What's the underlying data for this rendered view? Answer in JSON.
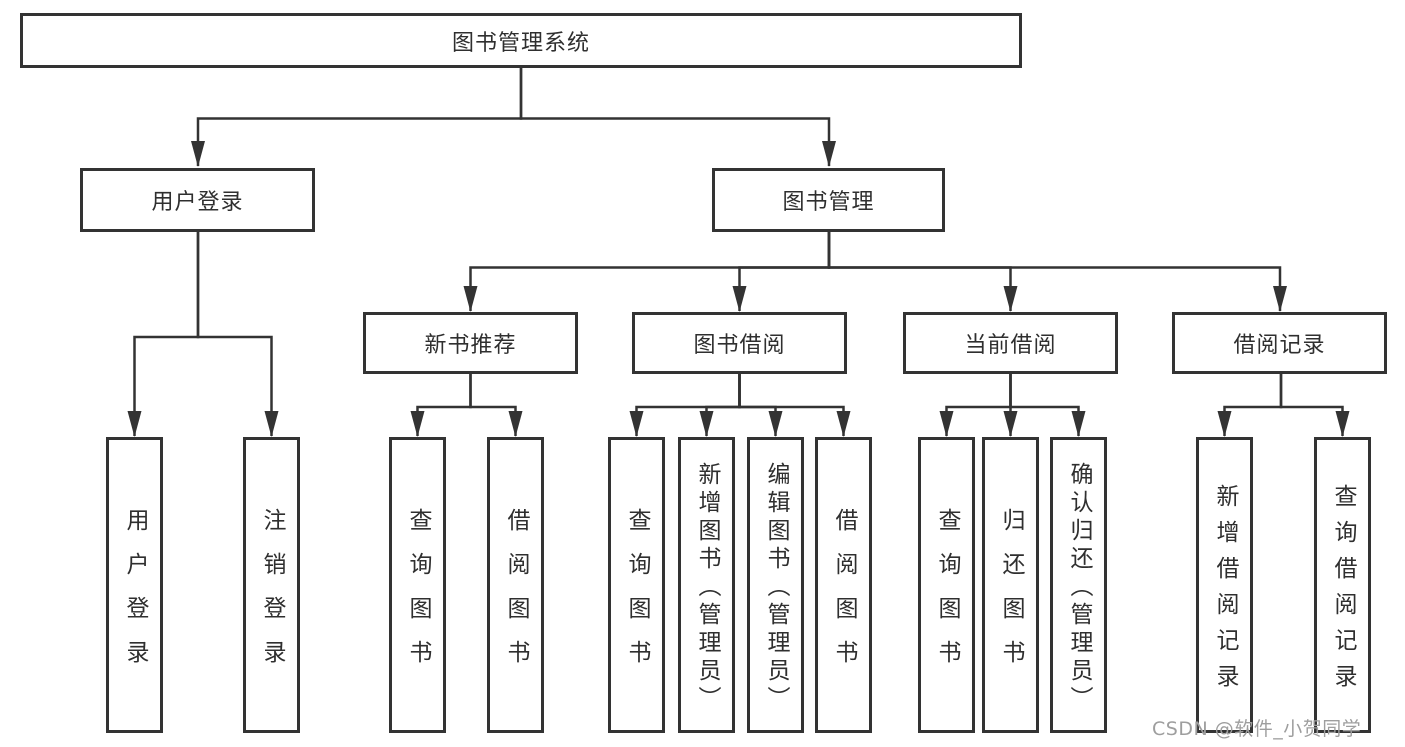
{
  "diagram": {
    "root": {
      "label": "图书管理系统"
    },
    "level2": {
      "user_login": {
        "label": "用户登录"
      },
      "book_management": {
        "label": "图书管理"
      }
    },
    "level3": {
      "new_book_recommend": {
        "label": "新书推荐"
      },
      "book_borrow": {
        "label": "图书借阅"
      },
      "current_borrow": {
        "label": "当前借阅"
      },
      "borrow_records": {
        "label": "借阅记录"
      }
    },
    "leaves": {
      "g1": [
        {
          "label": "用户登录"
        },
        {
          "label": "注销登录"
        }
      ],
      "g2": [
        {
          "label": "查询图书"
        },
        {
          "label": "借阅图书"
        }
      ],
      "g3": [
        {
          "label": "查询图书"
        },
        {
          "label": "新增图书（管理员）"
        },
        {
          "label": "编辑图书（管理员）"
        },
        {
          "label": "借阅图书"
        }
      ],
      "g4": [
        {
          "label": "查询图书"
        },
        {
          "label": "归还图书"
        },
        {
          "label": "确认归还（管理员）"
        }
      ],
      "g5": [
        {
          "label": "新增借阅记录"
        },
        {
          "label": "查询借阅记录"
        }
      ]
    },
    "watermark": "CSDN @软件_小贺同学"
  },
  "colors": {
    "line": "#333333",
    "box_border": "#333333",
    "text": "#2f2f2f",
    "watermark": "#9e9e9e",
    "background": "#ffffff"
  }
}
